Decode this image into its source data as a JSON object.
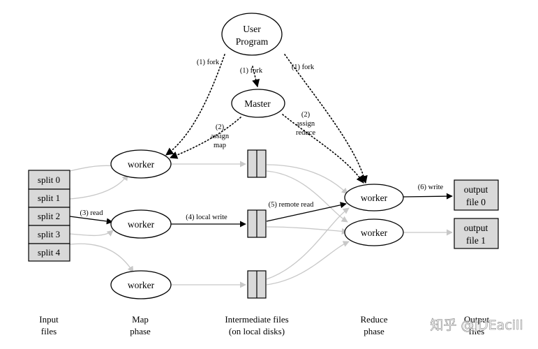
{
  "nodes": {
    "user_program": {
      "line1": "User",
      "line2": "Program"
    },
    "master": "Master",
    "worker": "worker",
    "splits": [
      "split 0",
      "split 1",
      "split 2",
      "split 3",
      "split 4"
    ],
    "outputs": [
      {
        "line1": "output",
        "line2": "file 0"
      },
      {
        "line1": "output",
        "line2": "file 1"
      }
    ]
  },
  "edges": {
    "fork": "(1) fork",
    "assign_map": {
      "l1": "(2)",
      "l2": "assign",
      "l3": "map"
    },
    "assign_reduce": {
      "l1": "(2)",
      "l2": "assign",
      "l3": "reduce"
    },
    "read": "(3) read",
    "local_write": "(4) local write",
    "remote_read": "(5) remote read",
    "write": "(6) write"
  },
  "footer": {
    "input": {
      "l1": "Input",
      "l2": "files"
    },
    "map": {
      "l1": "Map",
      "l2": "phase"
    },
    "intermediate": {
      "l1": "Intermediate files",
      "l2": "(on local disks)"
    },
    "reduce": {
      "l1": "Reduce",
      "l2": "phase"
    },
    "output": {
      "l1": "Output",
      "l2": "files"
    }
  },
  "watermark": "知乎 @JDEacill",
  "colors": {
    "node_fill": "#ffffff",
    "file_fill": "#d9d9d9",
    "active_edge": "#000000",
    "inactive_edge": "#c8c8c8",
    "watermark": "#ffffff"
  }
}
